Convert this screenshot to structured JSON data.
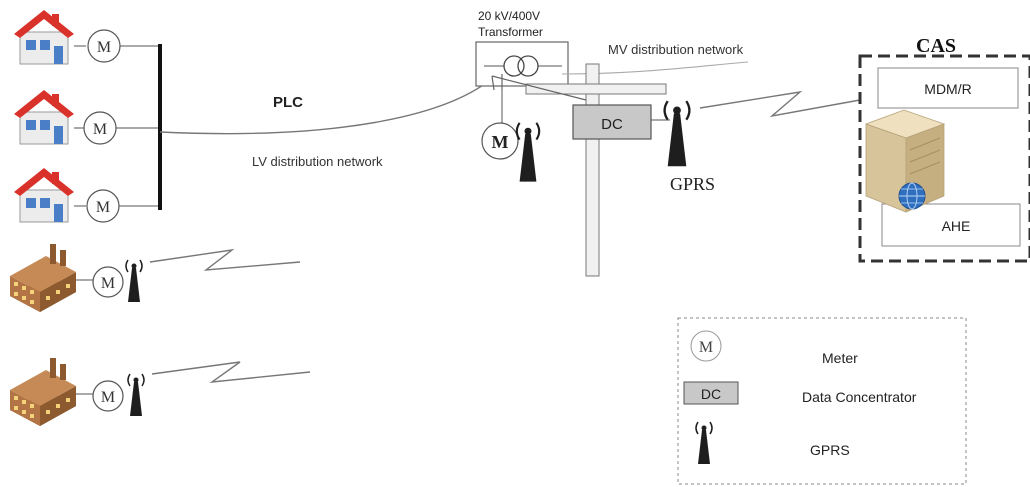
{
  "labels": {
    "plc": "PLC",
    "lv_network": "LV distribution network",
    "mv_network": "MV distribution network",
    "transformer_rating": "20 kV/400V",
    "transformer": "Transformer",
    "dc": "DC",
    "gprs": "GPRS",
    "cas": "CAS",
    "mdm": "MDM/R",
    "ahe": "AHE",
    "meter_symbol": "M"
  },
  "legend": {
    "items": [
      {
        "symbol": "M",
        "label": "Meter"
      },
      {
        "symbol": "DC",
        "label": "Data Concentrator"
      },
      {
        "symbol": "",
        "label": "GPRS"
      }
    ]
  },
  "colors": {
    "roof": "#d9322a",
    "house_wall": "#ececec",
    "window": "#4a7fc8",
    "factory": "#a0683c",
    "dc_fill": "#c8c8c8",
    "server": "#d8c49a",
    "globe": "#2f6fc0"
  }
}
